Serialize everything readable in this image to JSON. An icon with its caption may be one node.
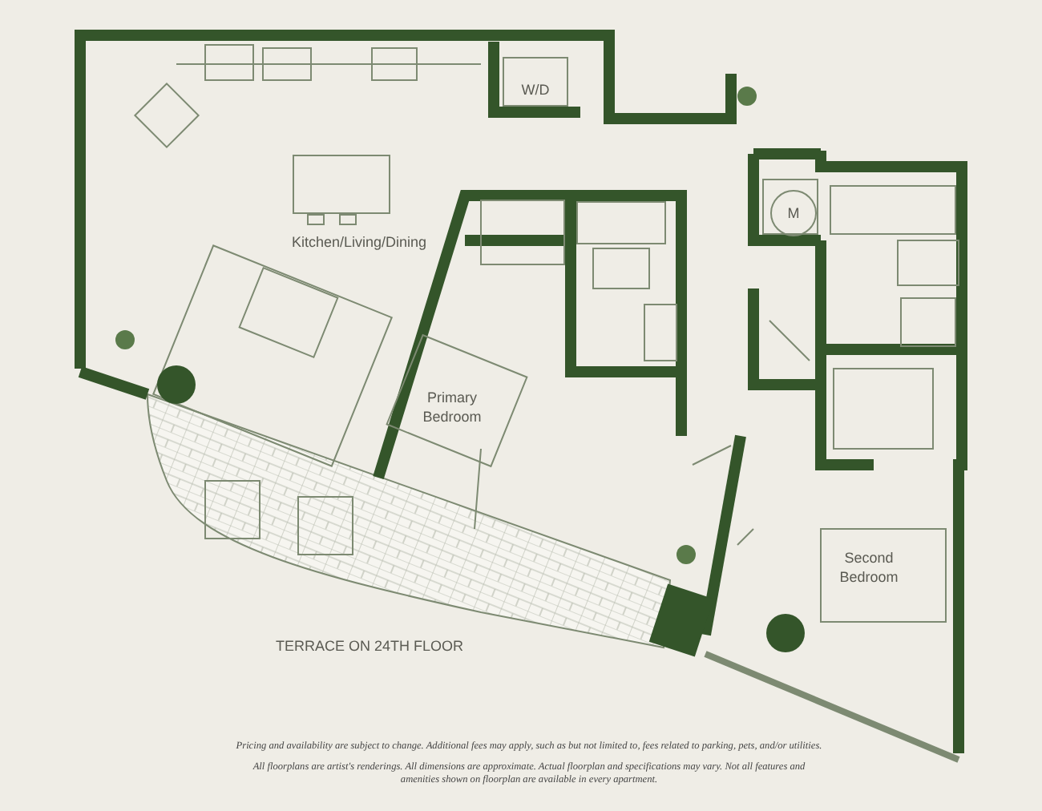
{
  "diagram": {
    "labels": [
      "W/D",
      "M",
      "Kitchen/Living/Dining",
      "Primary Bedroom",
      "Second Bedroom",
      "TERRACE ON 24TH FLOOR",
      "Pricing and availability are subject to change.  Additional fees may apply, such as but not limited to, fees related to parking, pets, and/or utilities.",
      "All floorplans are artist's renderings.  All dimensions are approximate.  Actual floorplan and specifications may vary.  Not all features and amenities shown on floorplan are available in every apartment."
    ]
  }
}
